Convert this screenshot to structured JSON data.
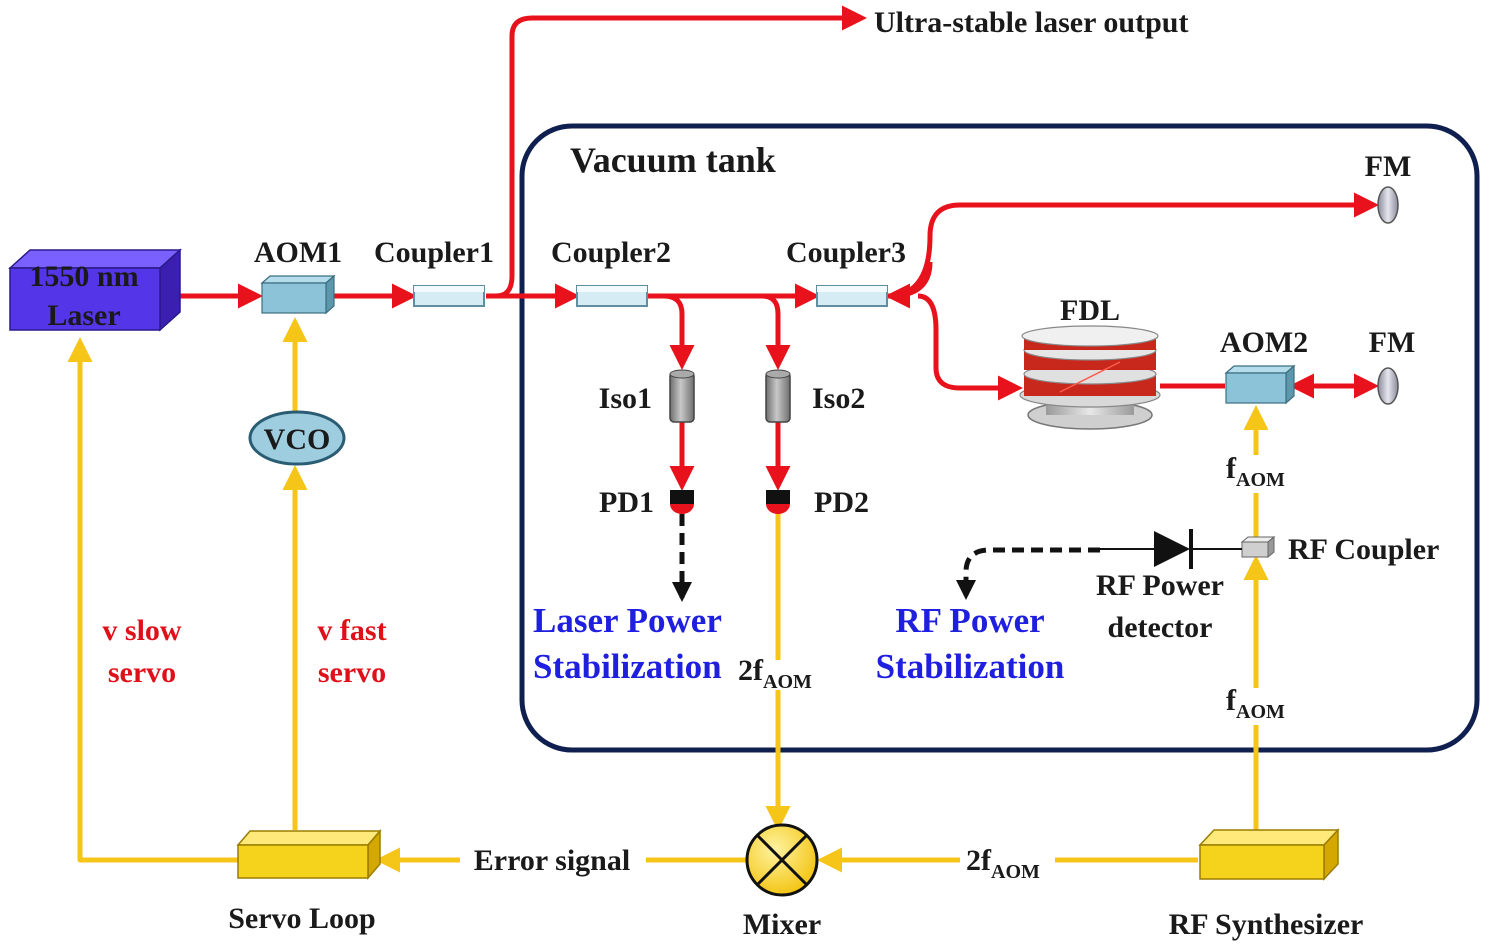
{
  "colors": {
    "optical_path": "#e8121c",
    "electrical_path": "#f5c518",
    "tank_border": "#0f1f4f",
    "blue_text": "#1f1fe0",
    "red_text": "#e0101a",
    "laser_box": "#5535e8",
    "aom_box": "#8cc3d8",
    "coupler_box": "#d6ecf4"
  },
  "labels": {
    "output": "Ultra-stable laser output",
    "vacuum_tank": "Vacuum tank",
    "laser_line1": "1550 nm",
    "laser_line2": "Laser",
    "aom1": "AOM1",
    "vco": "VCO",
    "coupler1": "Coupler1",
    "coupler2": "Coupler2",
    "coupler3": "Coupler3",
    "fm_top": "FM",
    "fm_right": "FM",
    "fdl": "FDL",
    "aom2": "AOM2",
    "iso1": "Iso1",
    "iso2": "Iso2",
    "pd1": "PD1",
    "pd2": "PD2",
    "f_aom_upper_main": "f",
    "f_aom_upper_sub": "AOM",
    "f_aom_lower_main": "f",
    "f_aom_lower_sub": "AOM",
    "rf_coupler": "RF Coupler",
    "rf_power_detector_line1": "RF Power",
    "rf_power_detector_line2": "detector",
    "laser_power_stab_line1": "Laser Power",
    "laser_power_stab_line2": "Stabilization",
    "rf_power_stab_line1": "RF Power",
    "rf_power_stab_line2": "Stabilization",
    "two_f_aom_pd2_main": "2f",
    "two_f_aom_pd2_sub": "AOM",
    "two_f_aom_synth_main": "2f",
    "two_f_aom_synth_sub": "AOM",
    "slow_servo_line1": "v slow",
    "slow_servo_line2": "servo",
    "fast_servo_line1": "v fast",
    "fast_servo_line2": "servo",
    "error_signal": "Error signal",
    "servo_loop": "Servo Loop",
    "mixer": "Mixer",
    "rf_synthesizer": "RF Synthesizer"
  },
  "icons": {
    "mixer": "circle-x-mixer-icon",
    "faraday_mirror": "mirror-disc-icon",
    "isolator": "cylinder-isolator-icon",
    "photodiode": "photodiode-icon",
    "rf_diode": "diode-icon",
    "fiber_spool": "fiber-spool-icon"
  }
}
